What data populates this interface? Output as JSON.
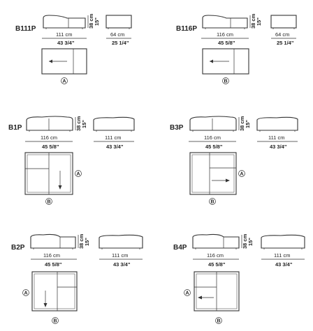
{
  "modules": [
    {
      "code": "B111P",
      "main_width_cm": "111 cm",
      "main_width_in": "43 3/4\"",
      "side_width_cm": "64 cm",
      "side_width_in": "25 1/4\"",
      "height_cm": "38 cm",
      "height_in": "15\"",
      "marker": "A"
    },
    {
      "code": "B116P",
      "main_width_cm": "116 cm",
      "main_width_in": "45 5/8\"",
      "side_width_cm": "64 cm",
      "side_width_in": "25 1/4\"",
      "height_cm": "38 cm",
      "height_in": "15\"",
      "marker": "B"
    },
    {
      "code": "B1P",
      "main_width_cm": "116 cm",
      "main_width_in": "45 5/8\"",
      "side_width_cm": "111 cm",
      "side_width_in": "43 3/4\"",
      "height_cm": "38 cm",
      "height_in": "15\"",
      "marker_side": "A",
      "marker_bottom": "B"
    },
    {
      "code": "B3P",
      "main_width_cm": "116 cm",
      "main_width_in": "45 5/8\"",
      "side_width_cm": "111 cm",
      "side_width_in": "43 3/4\"",
      "height_cm": "38 cm",
      "height_in": "15\"",
      "marker_side": "A",
      "marker_bottom": "B"
    },
    {
      "code": "B2P",
      "main_width_cm": "116 cm",
      "main_width_in": "45 5/8\"",
      "side_width_cm": "111 cm",
      "side_width_in": "43 3/4\"",
      "height_cm": "38 cm",
      "height_in": "15\"",
      "marker_side": "A",
      "marker_bottom": "B"
    },
    {
      "code": "B4P",
      "main_width_cm": "116 cm",
      "main_width_in": "45 5/8\"",
      "side_width_cm": "111 cm",
      "side_width_in": "43 3/4\"",
      "height_cm": "38 cm",
      "height_in": "15\"",
      "marker_side": "A",
      "marker_bottom": "B"
    }
  ]
}
